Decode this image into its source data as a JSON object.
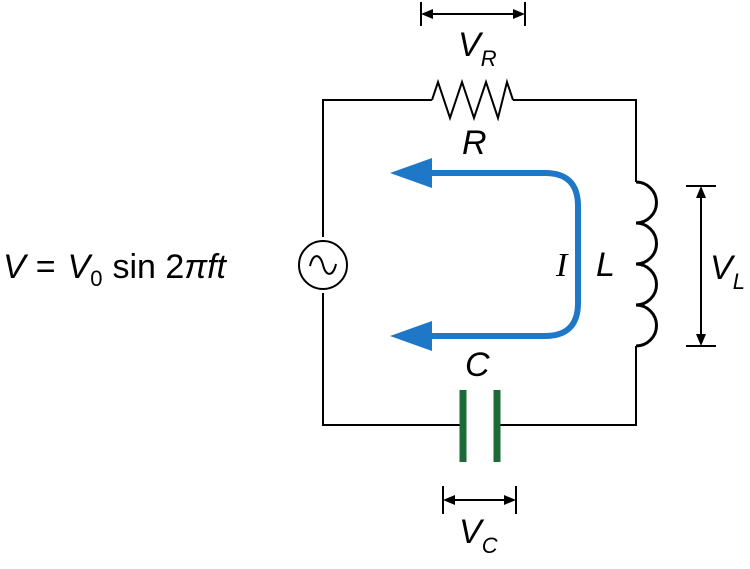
{
  "source_equation": {
    "lhs": "V",
    "equals": "=",
    "amp": "V",
    "amp_sub": "0",
    "func": "sin 2",
    "pi": "π",
    "rest": "ft"
  },
  "resistor": {
    "symbol": "R",
    "voltage_main": "V",
    "voltage_sub": "R"
  },
  "inductor": {
    "symbol": "L",
    "voltage_main": "V",
    "voltage_sub": "L"
  },
  "capacitor": {
    "symbol": "C",
    "voltage_main": "V",
    "voltage_sub": "C"
  },
  "current": {
    "symbol": "I"
  },
  "colors": {
    "wire": "#000000",
    "current_arrow": "#1f77c8",
    "capacitor_plates": "#1e6b3a"
  }
}
